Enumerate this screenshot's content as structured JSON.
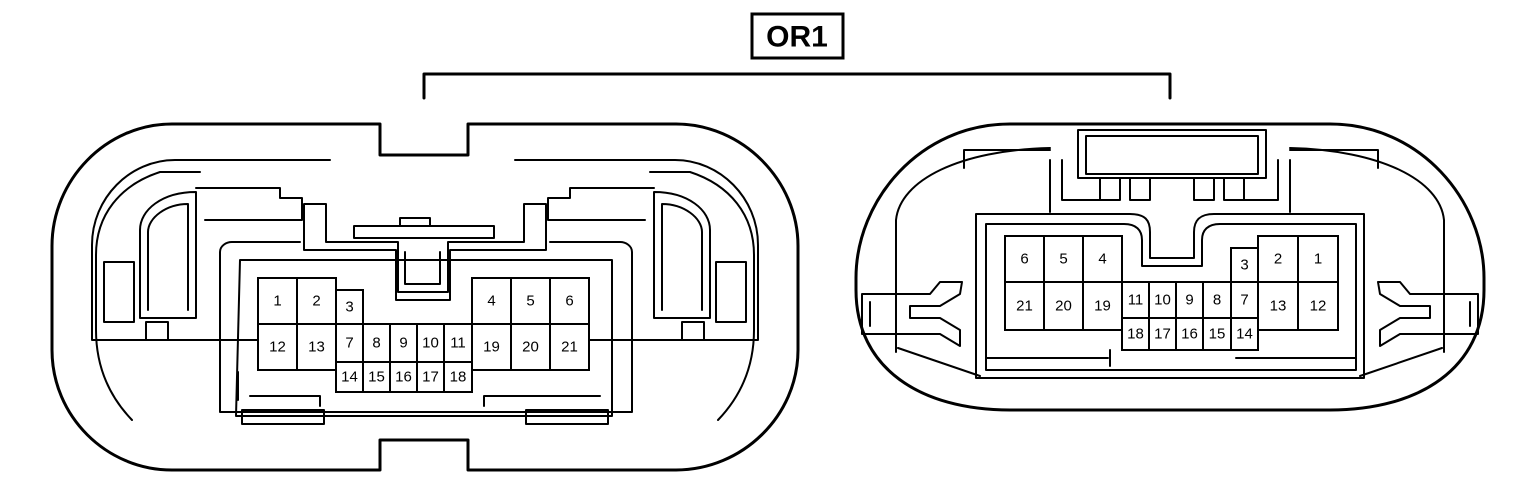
{
  "connector": {
    "title": "OR1"
  },
  "colors": {
    "line": "#000000",
    "background": "#ffffff"
  },
  "left_connector": {
    "pins": [
      "1",
      "2",
      "3",
      "4",
      "5",
      "6",
      "7",
      "8",
      "9",
      "10",
      "11",
      "12",
      "13",
      "14",
      "15",
      "16",
      "17",
      "18",
      "19",
      "20",
      "21"
    ]
  },
  "right_connector": {
    "pins": [
      "1",
      "2",
      "3",
      "4",
      "5",
      "6",
      "7",
      "8",
      "9",
      "10",
      "11",
      "12",
      "13",
      "14",
      "15",
      "16",
      "17",
      "18",
      "19",
      "20",
      "21"
    ]
  }
}
